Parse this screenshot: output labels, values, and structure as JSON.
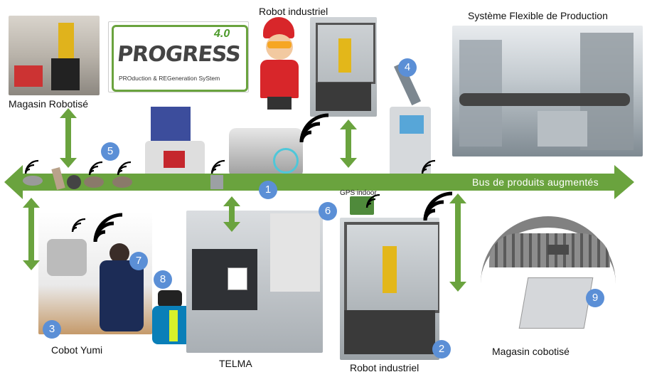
{
  "labels": {
    "magasin_robotise": "Magasin Robotisé",
    "robot_industriel_top": "Robot industriel",
    "systeme_flexible": "Système Flexible de Production",
    "bus": "Bus de produits augmentés",
    "gps_indoor": "GPS indoor",
    "cobot_yumi": "Cobot Yumi",
    "telma": "TELMA",
    "robot_industriel_bottom": "Robot industriel",
    "magasin_cobotise": "Magasin cobotisé"
  },
  "logo": {
    "word": "PROGRESS",
    "version": "4.0",
    "subtitle": "PROduction & REGeneration SyStem"
  },
  "badges": [
    "1",
    "2",
    "3",
    "4",
    "5",
    "6",
    "7",
    "8",
    "9"
  ],
  "colors": {
    "bus_green": "#6aa33e",
    "badge_blue": "#5b8fd6",
    "logo_green": "#4c9a2a"
  }
}
